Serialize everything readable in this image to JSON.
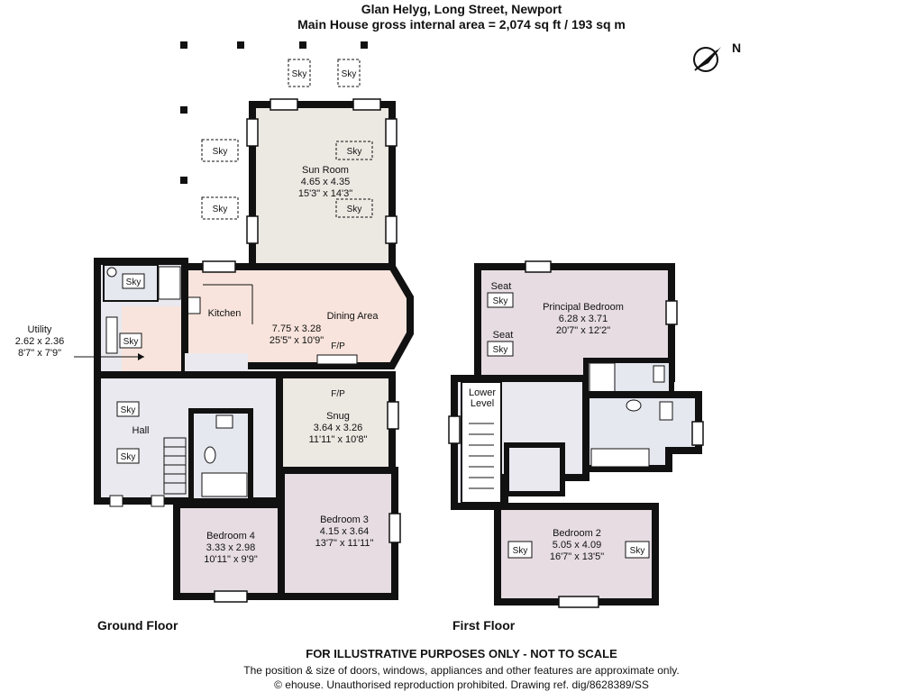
{
  "header": {
    "title": "Glan Helyg, Long Street, Newport",
    "subtitle": "Main House gross internal area = 2,074 sq ft / 193 sq m"
  },
  "compass": {
    "label": "N",
    "icon": "compass-north-arrow-icon"
  },
  "floors": {
    "ground": {
      "label": "Ground Floor"
    },
    "first": {
      "label": "First Floor"
    }
  },
  "rooms": {
    "sun_room": {
      "name": "Sun Room",
      "metric": "4.65 x 4.35",
      "imperial": "15'3\" x 14'3\""
    },
    "kitchen_dining": {
      "kitchen": "Kitchen",
      "dining": "Dining Area",
      "metric": "7.75 x 3.28",
      "imperial": "25'5\" x 10'9\""
    },
    "utility": {
      "name": "Utility",
      "metric": "2.62 x 2.36",
      "imperial": "8'7\" x 7'9\""
    },
    "snug": {
      "name": "Snug",
      "metric": "3.64 x 3.26",
      "imperial": "11'11\" x 10'8\""
    },
    "hall": {
      "name": "Hall"
    },
    "bedroom4": {
      "name": "Bedroom 4",
      "metric": "3.33 x 2.98",
      "imperial": "10'11\" x 9'9\""
    },
    "bedroom3": {
      "name": "Bedroom 3",
      "metric": "4.15 x 3.64",
      "imperial": "13'7\" x 11'11\""
    },
    "principal_bedroom": {
      "name": "Principal Bedroom",
      "metric": "6.28 x 3.71",
      "imperial": "20'7\" x 12'2\""
    },
    "bedroom2": {
      "name": "Bedroom 2",
      "metric": "5.05 x 4.09",
      "imperial": "16'7\" x 13'5\""
    },
    "lower_level": {
      "line1": "Lower",
      "line2": "Level"
    }
  },
  "labels": {
    "sky": "Sky",
    "fp": "F/P",
    "seat": "Seat"
  },
  "footer": {
    "disclaimer": "FOR ILLUSTRATIVE PURPOSES ONLY - NOT TO SCALE",
    "notice": "The position & size of doors, windows, appliances and other features are approximate only.",
    "copyright": "© ehouse. Unauthorised reproduction prohibited. Drawing ref. dig/8628389/SS"
  },
  "colors": {
    "wall": "#111111",
    "sun_room_fill": "#ece8e2",
    "kitchen_fill": "#f8e4dc",
    "neutral_fill": "#e9e9ef",
    "bedroom_fill": "#e6dce2",
    "bathroom_fill": "#e6e8f0",
    "floor_white": "#ffffff"
  }
}
